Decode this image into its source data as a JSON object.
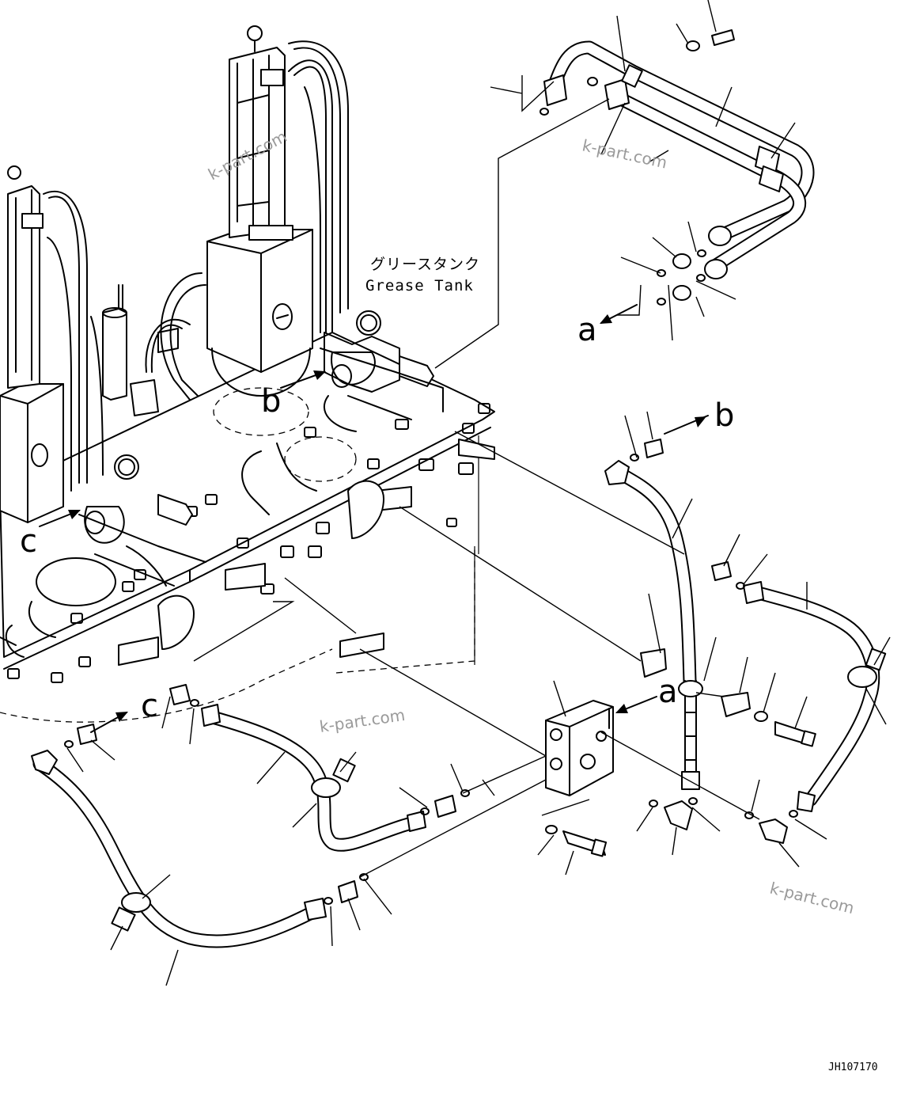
{
  "tank_label_jp": "グリースタンク",
  "tank_label_en": "Grease Tank",
  "callouts": {
    "a1": "a",
    "a2": "a",
    "b1": "b",
    "b2": "b",
    "c1": "c",
    "c2": "c"
  },
  "watermarks": [
    "k-part.com",
    "k-part.com",
    "k-part.com",
    "k-part.com"
  ],
  "drawing_code": "JH107170"
}
